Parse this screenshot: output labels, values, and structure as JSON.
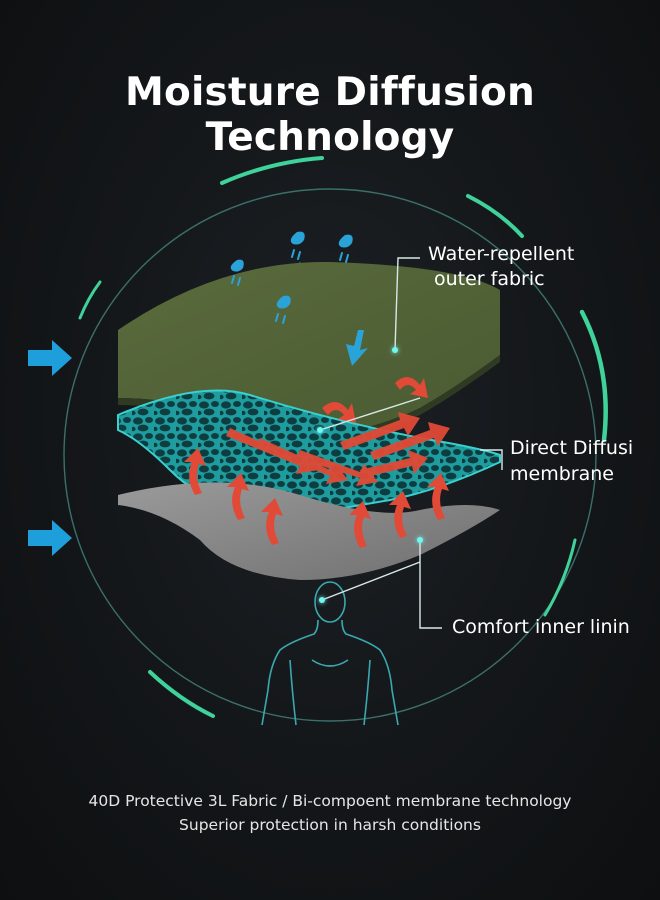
{
  "title": "Moisture Diffusion Technology",
  "labels": {
    "outer": [
      "Water-repellent",
      "outer fabric"
    ],
    "membrane": [
      "Direct Diffusi",
      "membrane"
    ],
    "inner": "Comfort inner linin"
  },
  "footer": {
    "line1": "40D Protective 3L Fabric / Bi-compoent membrane technology",
    "line2": "Superior protection in harsh conditions"
  },
  "colors": {
    "background": "#111315",
    "outer_layer": "#56663a",
    "membrane_layer": "#2bb6b4",
    "inner_layer": "#8a8a8a",
    "heat_arrows": "#e04a36",
    "water_drops": "#2aa3d8",
    "ring_accent": "#3fd29a",
    "side_arrows": "#1e9fdc"
  },
  "icons": [
    "rain-drop-icon",
    "heat-arrow-icon",
    "blue-arrow-icon",
    "human-figure-icon"
  ]
}
